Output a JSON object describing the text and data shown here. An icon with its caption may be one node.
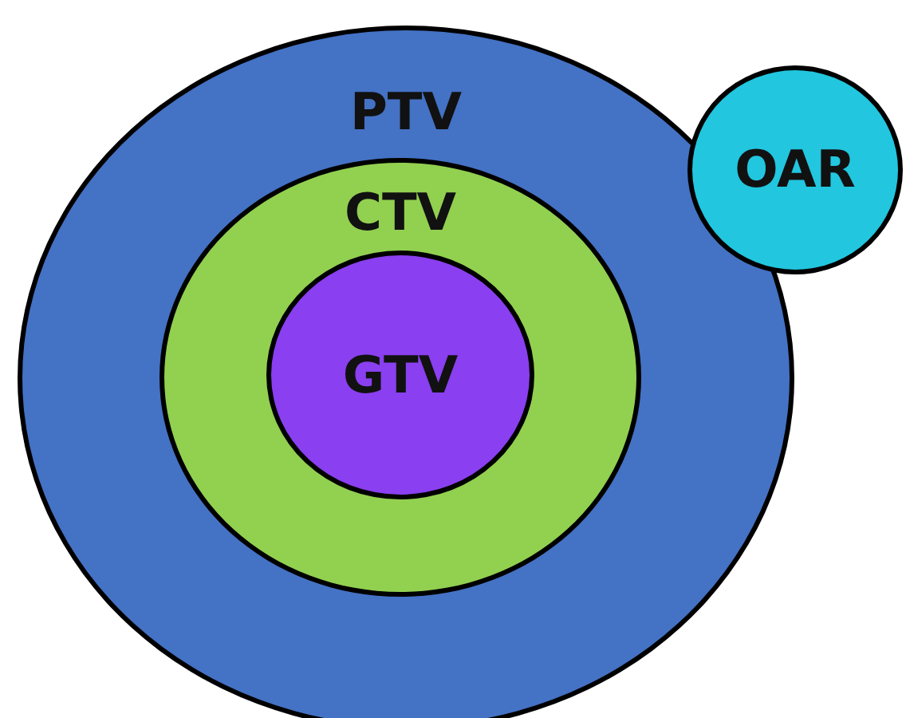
{
  "diagram": {
    "nodes": [
      {
        "text": [
          "PTV"
        ]
      },
      {
        "text": [
          "CTV"
        ],
        "in": 0
      },
      {
        "text": [
          "GTV"
        ],
        "in": 1
      },
      {
        "text": [
          "OAR"
        ]
      }
    ]
  }
}
